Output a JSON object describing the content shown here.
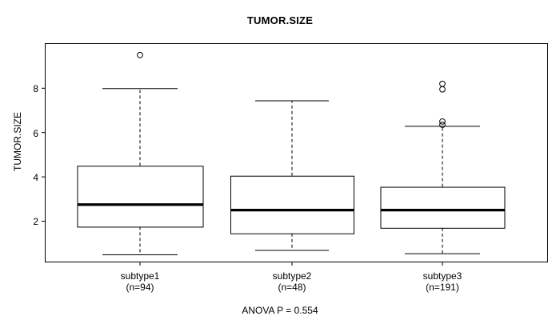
{
  "title": "TUMOR.SIZE",
  "ylabel": "TUMOR.SIZE",
  "footer": "ANOVA P = 0.554",
  "axis": {
    "y_ticks": [
      "2",
      "4",
      "6",
      "8"
    ],
    "x_labels": [
      "subtype1",
      "subtype2",
      "subtype3"
    ],
    "x_counts": [
      "(n=94)",
      "(n=48)",
      "(n=191)"
    ]
  },
  "colors": {
    "frame": "#000000",
    "box": "#000000",
    "median": "#000000",
    "background": "#ffffff"
  },
  "chart_data": {
    "type": "box",
    "title": "TUMOR.SIZE",
    "xlabel": "",
    "ylabel": "TUMOR.SIZE",
    "annotation": "ANOVA P = 0.554",
    "ylim": [
      0.1,
      9.9
    ],
    "yticks": [
      2,
      4,
      6,
      8
    ],
    "grid": false,
    "legend": "none",
    "categories": [
      "subtype1",
      "subtype2",
      "subtype3"
    ],
    "counts": [
      94,
      48,
      191
    ],
    "boxes": [
      {
        "name": "subtype1",
        "n": 94,
        "whisker_low": 0.5,
        "q1": 1.75,
        "median": 2.75,
        "q3": 4.5,
        "whisker_high": 8.0,
        "outliers": [
          9.5
        ]
      },
      {
        "name": "subtype2",
        "n": 48,
        "whisker_low": 0.7,
        "q1": 1.45,
        "median": 2.5,
        "q3": 4.05,
        "whisker_high": 7.45,
        "outliers": []
      },
      {
        "name": "subtype3",
        "n": 191,
        "whisker_low": 0.55,
        "q1": 1.7,
        "median": 2.5,
        "q3": 3.55,
        "whisker_high": 6.3,
        "outliers": [
          8.2,
          7.95,
          6.5,
          6.35
        ]
      }
    ]
  }
}
